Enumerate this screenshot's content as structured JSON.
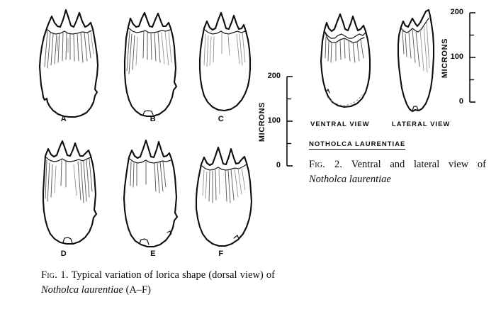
{
  "figure1": {
    "caption_label": "Fig. 1.",
    "caption_text_1": "Typical variation of lorica shape (dorsal",
    "caption_text_2": "view) of",
    "caption_species": "Notholca laurentiae",
    "caption_text_3": "(A–F)",
    "panels": [
      {
        "letter": "A"
      },
      {
        "letter": "B"
      },
      {
        "letter": "C"
      },
      {
        "letter": "D"
      },
      {
        "letter": "E"
      },
      {
        "letter": "F"
      }
    ],
    "scale": {
      "units": "MICRONS",
      "ticks": [
        "200",
        "100",
        "0"
      ],
      "min": 0,
      "max": 200,
      "minor_interval": 50
    }
  },
  "figure2": {
    "views": [
      {
        "label": "VENTRAL VIEW"
      },
      {
        "label": "LATERAL VIEW"
      }
    ],
    "taxon_label": "NOTHOLCA  LAURENTIAE",
    "caption_label": "Fig. 2.",
    "caption_text_1": "Ventral and lateral view",
    "caption_text_2": "of",
    "caption_species": "Notholca laurentiae",
    "scale": {
      "units": "MICRONS",
      "ticks": [
        "200",
        "100",
        "0"
      ],
      "min": 0,
      "max": 200,
      "minor_interval": 50
    }
  },
  "colors": {
    "ink": "#0d0d0d",
    "background": "#ffffff",
    "stria": "#5b5b5b"
  }
}
